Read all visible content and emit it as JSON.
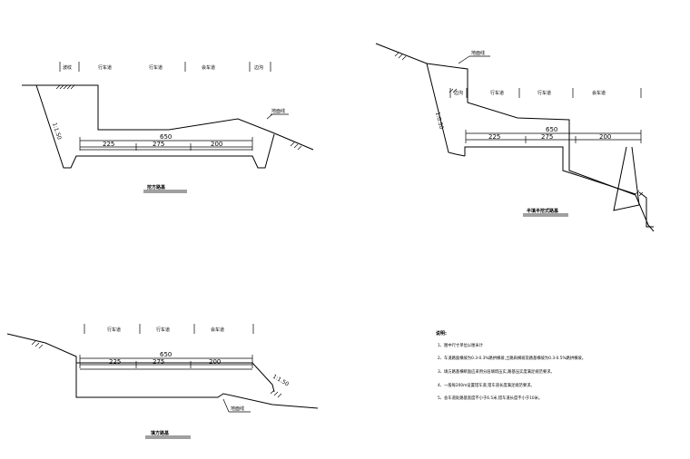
{
  "sections": [
    {
      "lanes": [
        "波纹",
        "行车道",
        "行车道",
        "会车道",
        "边沟"
      ],
      "total_width": "650",
      "sub_widths": [
        "225",
        "275",
        "200"
      ],
      "slope_label": "1:1.50",
      "callout": "地面线",
      "caption": "挖方路基"
    },
    {
      "lanes": [
        "边沟",
        "行车道",
        "行车道",
        "会车道"
      ],
      "total_width": "650",
      "sub_widths": [
        "225",
        "275",
        "200"
      ],
      "slope_label": "1:0.50",
      "callout": "地面线",
      "caption": "半填半挖式路基"
    },
    {
      "lanes": [
        "行车道",
        "行车道",
        "会车道"
      ],
      "total_width": "650",
      "sub_widths": [
        "225",
        "275",
        "200"
      ],
      "slope_label": "1:1.50",
      "callout": "地面线",
      "caption": "填方路基"
    }
  ],
  "notes": {
    "title": "说明:",
    "items": [
      "1、图中尺寸单位以厘米计",
      "2、车道路面横坡为0.3-0.3%路拱横坡,土路肩横坡及路基横坡为0.3-0.5%路拱横坡。",
      "3、填方路基横断面应采用分层填筑压实,路基压实度满足规范要求。",
      "4、一般每200m设置错车道,错车道长度满足规范要求。",
      "5、会车道处路基宽度不小于6.5米,错车道长度不小于10米。"
    ]
  }
}
